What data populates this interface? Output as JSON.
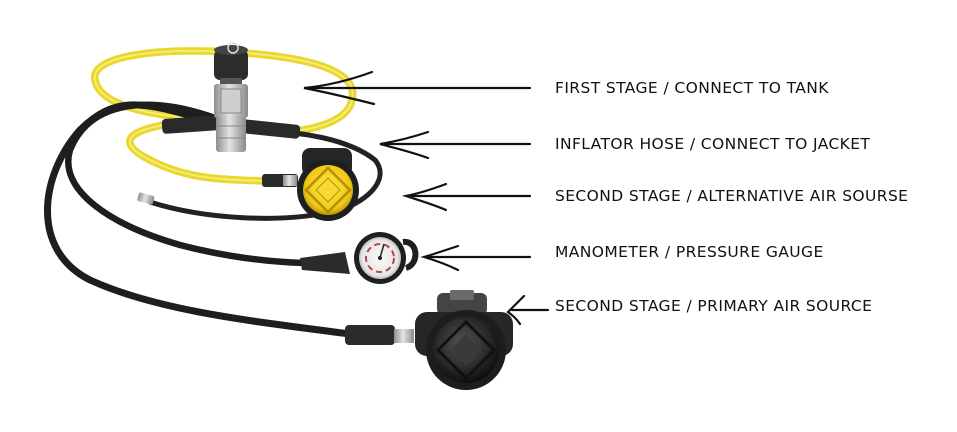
{
  "labels": [
    "FIRST STAGE / CONNECT TO TANK",
    "INFLATOR HOSE / CONNECT TO JACKET",
    "SECOND STAGE / ALTERNATIVE AIR SOURSE",
    "MANOMETER / PRESSURE GAUGE",
    "SECOND STAGE / PRIMARY AIR SOURCE"
  ],
  "colors": {
    "yellow_hose": "#f2e23a",
    "black_hose": "#1c1c1c",
    "alt_second_stage": "#f5d21b",
    "metal": "#b9b9b9"
  }
}
